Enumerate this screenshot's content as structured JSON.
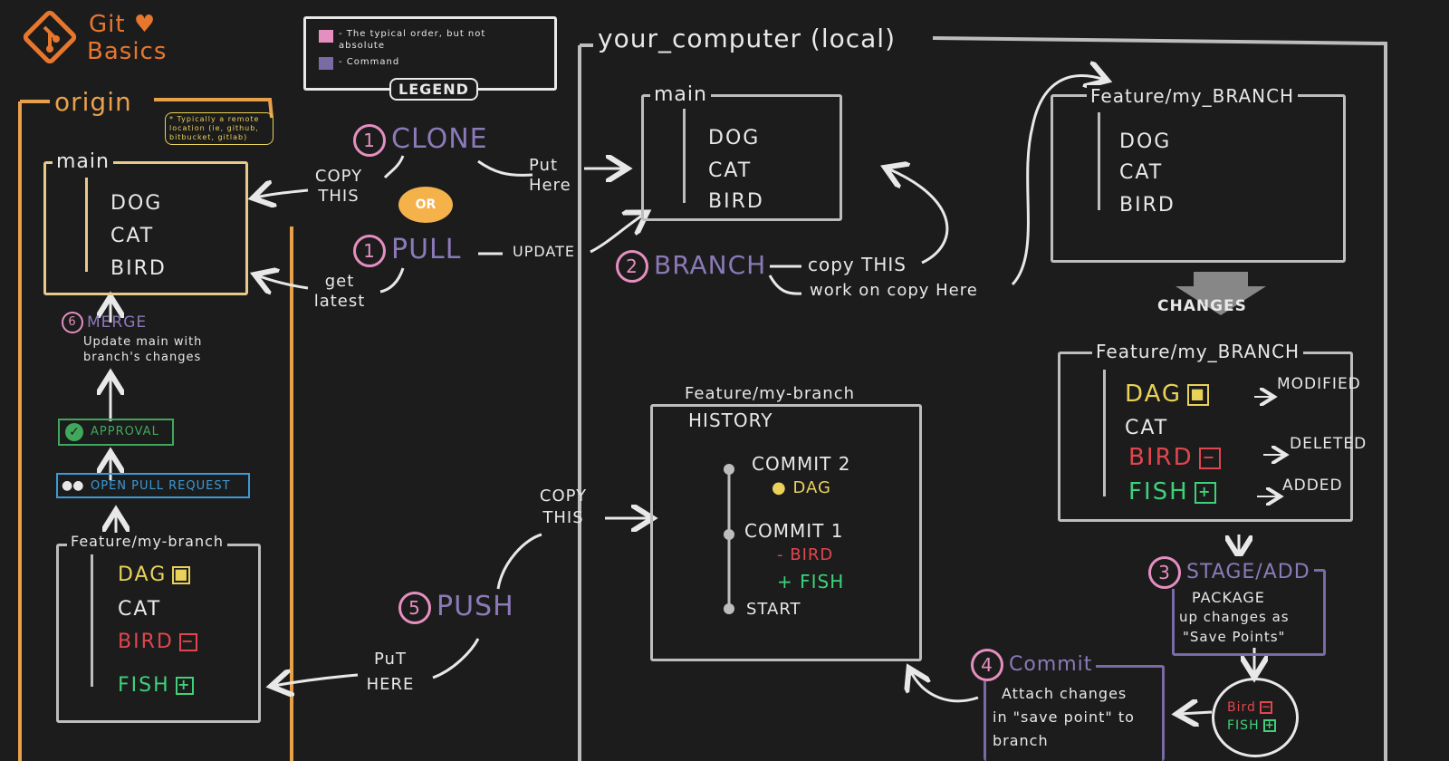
{
  "logo": {
    "line1": "Git",
    "line2": "Basics"
  },
  "legend": {
    "title": "LEGEND",
    "items": [
      {
        "color": "#e58fc0",
        "text": "- The typical order, but not absolute"
      },
      {
        "color": "#7a6aa5",
        "text": "- Command"
      }
    ]
  },
  "origin": {
    "label": "origin",
    "note": "* Typically a remote location (ie, github, bitbucket, gitlab)",
    "main": {
      "label": "main",
      "items": [
        "DOG",
        "CAT",
        "BIRD"
      ]
    },
    "merge": {
      "num": "6",
      "label": "MERGE",
      "desc1": "Update main with",
      "desc2": "branch's changes"
    },
    "approval": "APPROVAL",
    "pull_request": "OPEN PULL REQUEST",
    "feature": {
      "label": "Feature/my-branch",
      "items": [
        "DAG",
        "CAT",
        "BIRD",
        "FISH"
      ]
    }
  },
  "local": {
    "label": "your_computer (local)",
    "main": {
      "label": "main",
      "items": [
        "DOG",
        "CAT",
        "BIRD"
      ]
    },
    "feature": {
      "label": "Feature/my_BRANCH",
      "items": [
        "DOG",
        "CAT",
        "BIRD"
      ]
    },
    "changes_arrow": "CHANGES",
    "changed": {
      "label": "Feature/my_BRANCH",
      "items": [
        {
          "name": "DAG",
          "symbol": "■",
          "status": "MODIFIED",
          "color": "#e9d25a"
        },
        {
          "name": "CAT",
          "symbol": "",
          "status": "",
          "color": "#cfcfcf"
        },
        {
          "name": "BIRD",
          "symbol": "−",
          "status": "DELETED",
          "color": "#e0464f"
        },
        {
          "name": "FISH",
          "symbol": "+",
          "status": "ADDED",
          "color": "#3fd17a"
        }
      ]
    },
    "history": {
      "label": "Feature/my-branch",
      "label2": "HISTORY",
      "commit2": "COMMIT 2",
      "commit2_change": "DAG",
      "commit1": "COMMIT 1",
      "commit1_minus": "- BIRD",
      "commit1_plus": "+ FISH",
      "start": "START"
    }
  },
  "steps": {
    "clone": {
      "num": "1",
      "label": "CLONE",
      "left": "COPY THIS",
      "right": "Put Here"
    },
    "or": "OR",
    "pull": {
      "num": "1",
      "label": "PULL",
      "update": "UPDATE",
      "left": "get latest"
    },
    "branch": {
      "num": "2",
      "label": "BRANCH",
      "copy": "copy THIS",
      "work": "work on copy Here"
    },
    "stage": {
      "num": "3",
      "label": "STAGE/ADD",
      "desc1": "PACKAGE",
      "desc2": "up changes as",
      "desc3": "\"Save Points\""
    },
    "commit": {
      "num": "4",
      "label": "Commit",
      "desc1": "Attach changes",
      "desc2": "in \"save point\" to",
      "desc3": "branch"
    },
    "staged": {
      "bird": "Bird",
      "fish": "FISH"
    },
    "push": {
      "num": "5",
      "label": "PUSH",
      "copy": "COPY THIS",
      "put": "PuT HERE"
    }
  }
}
